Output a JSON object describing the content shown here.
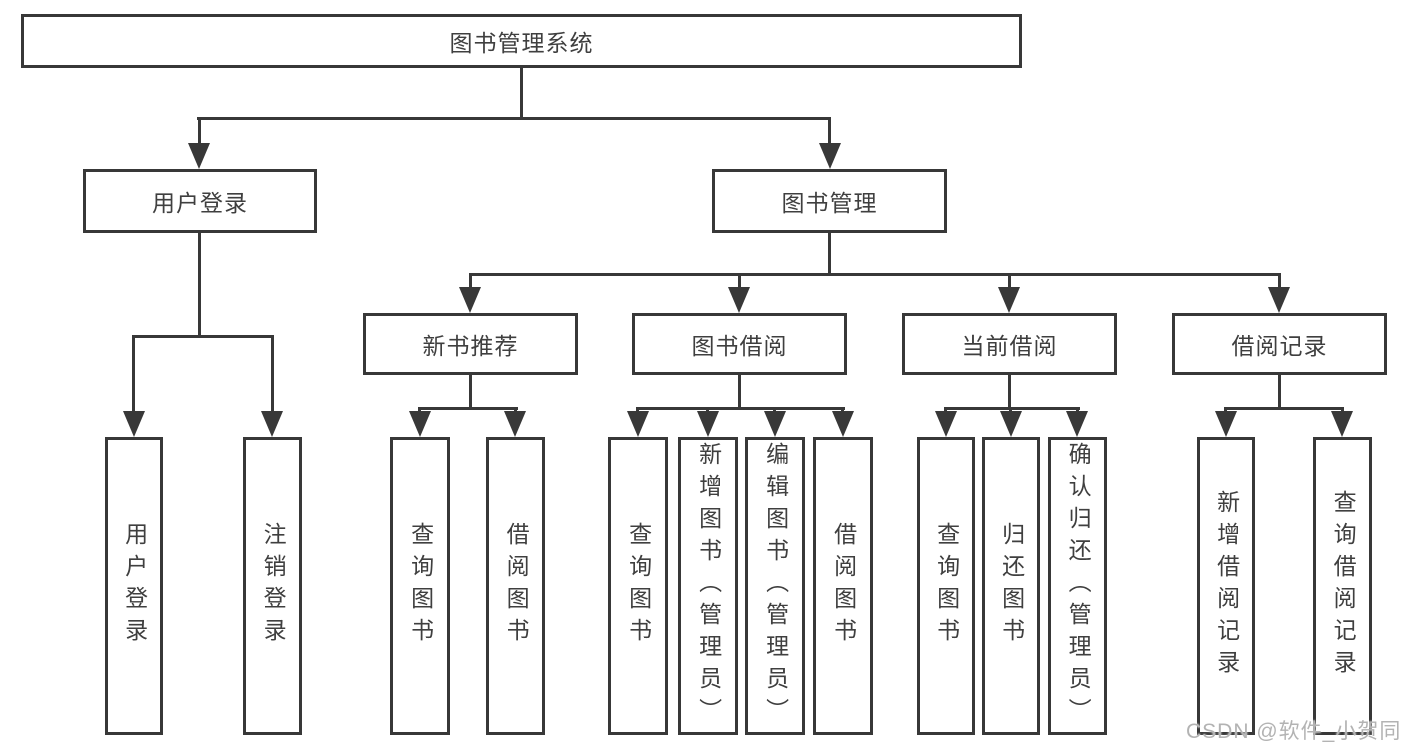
{
  "title": "图书管理系统",
  "branches": [
    {
      "label": "用户登录",
      "children": [
        {
          "label": "用户登录"
        },
        {
          "label": "注销登录"
        }
      ]
    },
    {
      "label": "图书管理",
      "children": [
        {
          "label": "新书推荐",
          "children": [
            {
              "label": "查询图书"
            },
            {
              "label": "借阅图书"
            }
          ]
        },
        {
          "label": "图书借阅",
          "children": [
            {
              "label": "查询图书"
            },
            {
              "label": "新增图书（管理员）"
            },
            {
              "label": "编辑图书（管理员）"
            },
            {
              "label": "借阅图书"
            }
          ]
        },
        {
          "label": "当前借阅",
          "children": [
            {
              "label": "查询图书"
            },
            {
              "label": "归还图书"
            },
            {
              "label": "确认归还（管理员）"
            }
          ]
        },
        {
          "label": "借阅记录",
          "children": [
            {
              "label": "新增借阅记录"
            },
            {
              "label": "查询借阅记录"
            }
          ]
        }
      ]
    }
  ],
  "watermark": "CSDN @软件_小贺同学",
  "colors": {
    "line": "#383838",
    "text": "#3f3f3f",
    "watermark": "#b3b3b3",
    "background": "#ffffff"
  }
}
